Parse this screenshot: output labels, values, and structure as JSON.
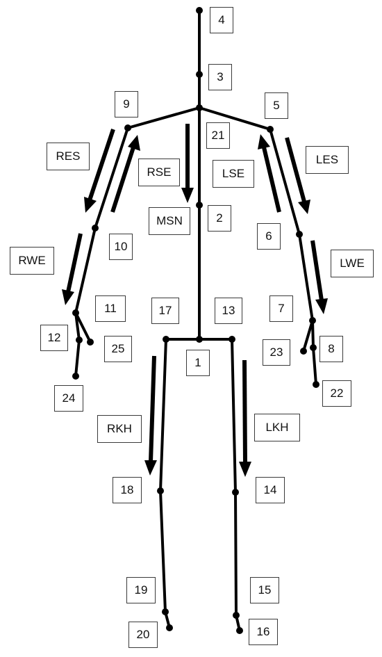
{
  "colors": {
    "stroke": "#000000",
    "joint": "#000000",
    "box_border": "#3a3a3a",
    "text": "#111111",
    "background": "#ffffff"
  },
  "joints": {
    "j1": "1",
    "j2": "2",
    "j3": "3",
    "j4": "4",
    "j5": "5",
    "j6": "6",
    "j7": "7",
    "j8": "8",
    "j9": "9",
    "j10": "10",
    "j11": "11",
    "j12": "12",
    "j13": "13",
    "j14": "14",
    "j15": "15",
    "j16": "16",
    "j17": "17",
    "j18": "18",
    "j19": "19",
    "j20": "20",
    "j21": "21",
    "j22": "22",
    "j23": "23",
    "j24": "24",
    "j25": "25"
  },
  "vectors": {
    "res": "RES",
    "rse": "RSE",
    "lse": "LSE",
    "les": "LES",
    "msn": "MSN",
    "rwe": "RWE",
    "lwe": "LWE",
    "rkh": "RKH",
    "lkh": "LKH"
  }
}
